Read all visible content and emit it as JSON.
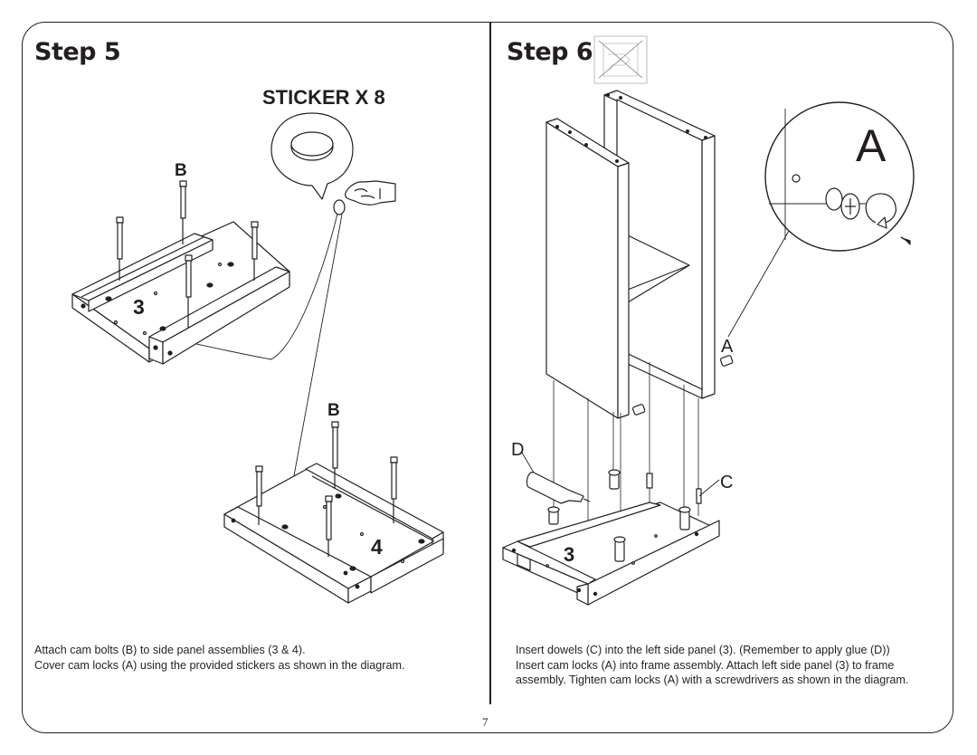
{
  "steps": [
    {
      "title": "Step 5",
      "caption": [
        "Attach cam bolts (B) to side panel assemblies (3 & 4).",
        "Cover cam locks (A) using the provided stickers as shown in the diagram."
      ],
      "labels": {
        "sticker_count": "STICKER X 8",
        "bolt_b_upper": "B",
        "bolt_b_lower": "B",
        "panel_3": "3",
        "panel_4": "4"
      }
    },
    {
      "title": "Step 6",
      "caption": [
        "Insert dowels (C) into the left side panel (3). (Remember to apply glue (D))",
        "Insert cam locks (A) into frame assembly. Attach left side panel (3) to frame",
        "assembly. Tighten cam locks (A) with a screwdrivers as shown in the diagram."
      ],
      "labels": {
        "zoom_a": "A",
        "cam_lock_a": "A",
        "dowel_c": "C",
        "glue_d": "D",
        "panel_3": "3"
      }
    }
  ],
  "page_number": "7",
  "icons": [
    "no-power-tools-icon",
    "hand-pointer-icon",
    "sticker-icon",
    "screwdriver-icon",
    "rotate-arrow-icon"
  ]
}
